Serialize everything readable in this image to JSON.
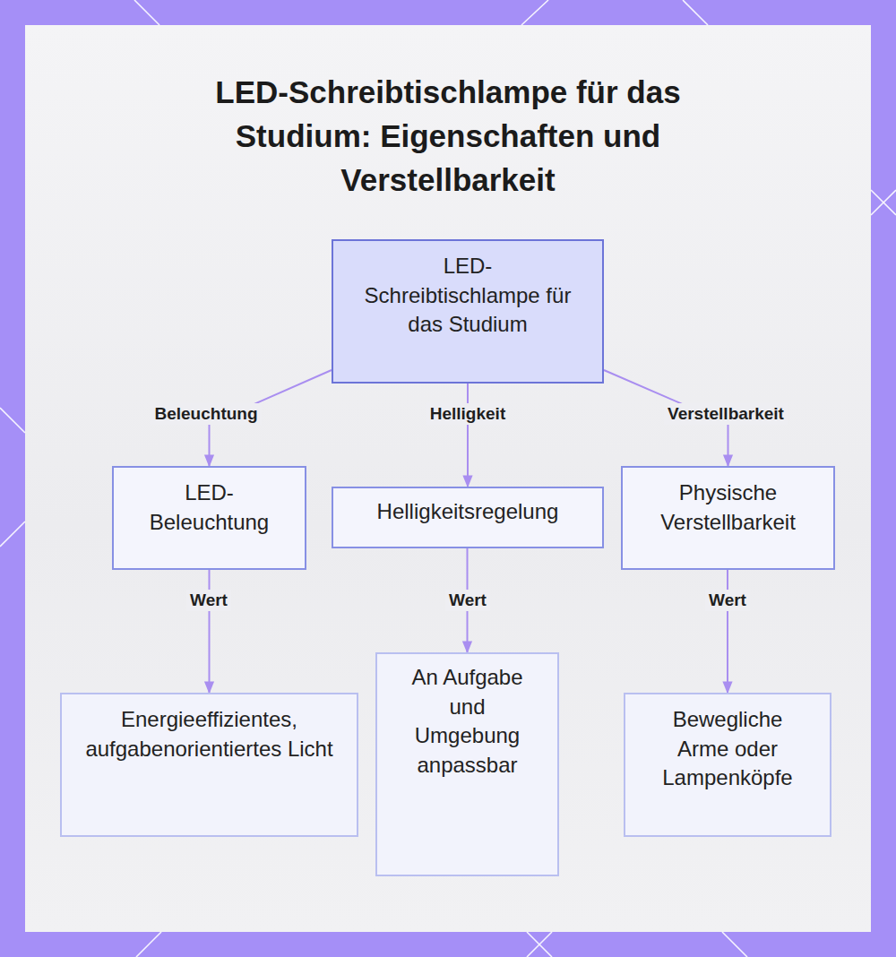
{
  "diagram": {
    "title": "LED-Schreibtischlampe für das Studium: Eigenschaften und Verstellbarkeit",
    "nodes": [
      {
        "text": [
          "LED- Schreibtischlampe für das Studium"
        ]
      },
      {
        "text": [
          "LED- Beleuchtung"
        ]
      },
      {
        "text": [
          "Helligkeitsregelung"
        ]
      },
      {
        "text": [
          "Physische Verstellbarkeit"
        ]
      },
      {
        "text": [
          "Energieeffizientes, aufgabenorientiertes Licht"
        ]
      },
      {
        "text": [
          "An Aufgabe und Umgebung anpassbar"
        ]
      },
      {
        "text": [
          "Bewegliche Arme oder Lampenköpfe"
        ]
      }
    ],
    "edges": [
      {
        "from": 0,
        "to": 1,
        "label": "Beleuchtung",
        "arrow": "to"
      },
      {
        "from": 0,
        "to": 2,
        "label": "Helligkeit",
        "arrow": "to"
      },
      {
        "from": 0,
        "to": 3,
        "label": "Verstellbarkeit",
        "arrow": "to"
      },
      {
        "from": 1,
        "to": 4,
        "label": "Wert",
        "arrow": "to"
      },
      {
        "from": 2,
        "to": 5,
        "label": "Wert",
        "arrow": "to"
      },
      {
        "from": 3,
        "to": 6,
        "label": "Wert",
        "arrow": "to"
      }
    ]
  }
}
